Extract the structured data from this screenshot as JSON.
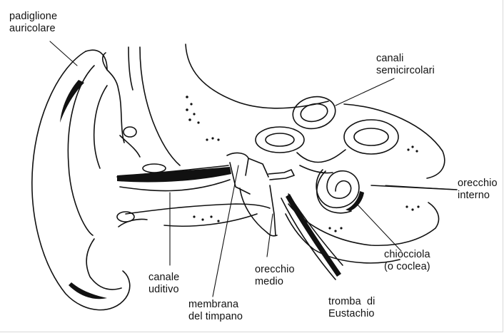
{
  "labels": {
    "padiglione": "padiglione\nauricolare",
    "canali": "canali\nsemicircolari",
    "orecchio_interno": "orecchio\ninterno",
    "chiocciola": "chiocciola\n(o coclea)",
    "orecchio_medio": "orecchio\nmedio",
    "tromba": "tromba  di\nEustachio",
    "membrana": "membrana\ndel timpano",
    "canale_uditivo": "canale\nuditivo"
  },
  "colors": {
    "ink": "#111111",
    "paper": "#ffffff",
    "frame": "#d9d9d9"
  }
}
